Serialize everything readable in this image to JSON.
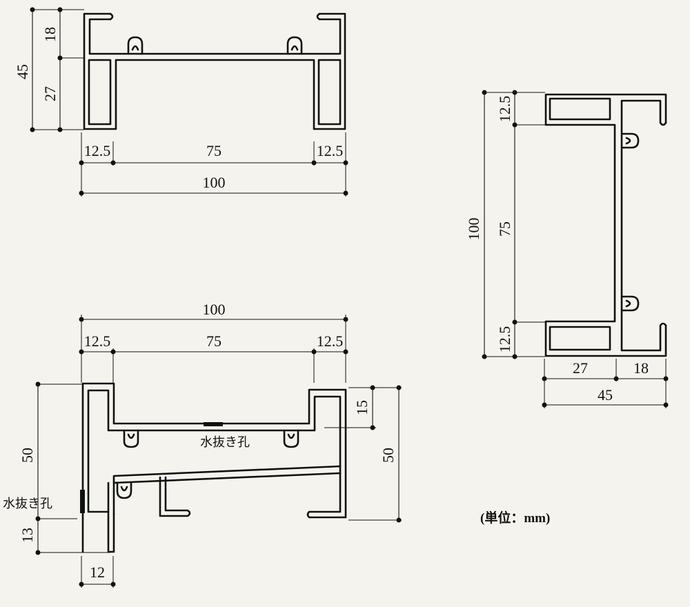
{
  "figure_top": {
    "dims": {
      "height_total": "45",
      "height_upper": "18",
      "height_lower": "27",
      "width_left": "12.5",
      "width_middle": "75",
      "width_right": "12.5",
      "width_total": "100"
    }
  },
  "figure_right": {
    "dims": {
      "height_total": "100",
      "height_middle": "75",
      "height_top": "12.5",
      "height_bottom": "12.5",
      "width_left": "27",
      "width_right": "18",
      "width_total": "45"
    }
  },
  "figure_bottom": {
    "dims": {
      "width_total": "100",
      "width_left": "12.5",
      "width_middle": "75",
      "width_right": "12.5",
      "left_height_upper": "50",
      "left_height_lower": "13",
      "bottom_width": "12",
      "right_height_upper": "15",
      "right_height_lower": "50"
    },
    "drain_hole_label": "水抜き孔"
  },
  "unit_label": "(単位：mm)"
}
